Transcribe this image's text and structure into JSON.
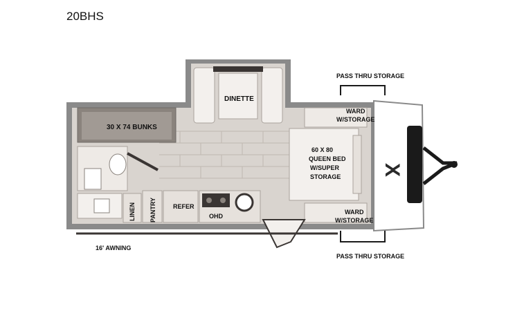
{
  "model": "20BHS",
  "brand_logo_text": "X",
  "labels": {
    "dinette": "DINETTE",
    "bunks": "30 X 74 BUNKS",
    "queen_bed": [
      "60 X 80",
      "QUEEN BED",
      "W/SUPER",
      "STORAGE"
    ],
    "ward_top": [
      "WARD",
      "W/STORAGE"
    ],
    "ward_bottom": [
      "WARD",
      "W/STORAGE"
    ],
    "pass_thru_top": "PASS THRU STORAGE",
    "pass_thru_bottom": "PASS THRU STORAGE",
    "linen": "LINEN",
    "pantry": "PANTRY",
    "refer": "REFER",
    "ohd": "OHD",
    "awning": "16' AWNING"
  },
  "colors": {
    "wall": "#8a8a8a",
    "floor": "#d9d4cf",
    "tile_line": "#bfb8b1",
    "furniture": "#f3f0ed",
    "dark_accent": "#3a3533",
    "front_cap": "#ffffff",
    "hitch": "#1a1a1a"
  }
}
